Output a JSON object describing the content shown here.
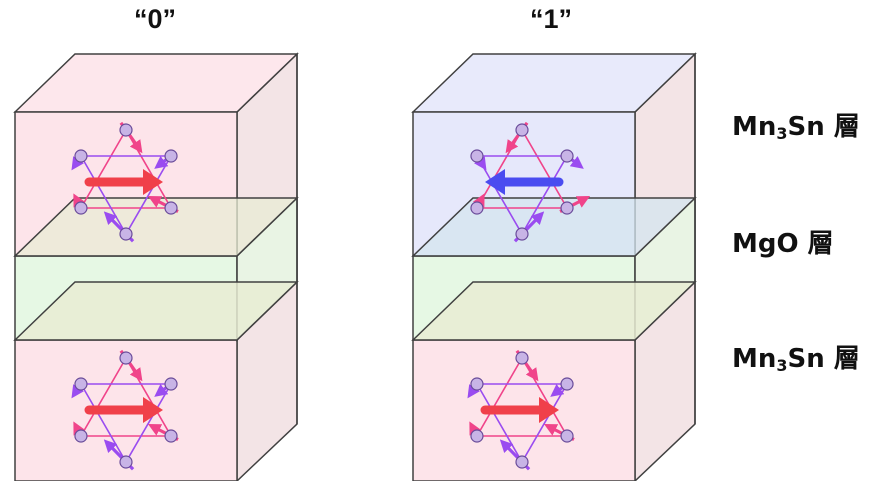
{
  "state_labels": {
    "left": "“0”",
    "right": "“1”"
  },
  "layer_labels": {
    "top": {
      "main": "Mn",
      "sub": "3",
      "rest": "Sn 層"
    },
    "middle": {
      "text": "MgO 層"
    },
    "bottom": {
      "main": "Mn",
      "sub": "3",
      "rest": "Sn 層"
    }
  },
  "colors": {
    "mn3sn_fill": "#fde4ea",
    "mn3sn_top_fill": "#f8e0e2",
    "mn3sn_blue_fill": "#e6e8fb",
    "mgo_fill": "#e6f8e4",
    "mgo_plane": "#e8ecd4",
    "mgo_plane_blue": "#d4e6ef",
    "edge": "#404040",
    "net_arrow_red": "#f0404a",
    "net_arrow_blue": "#4a4cf0",
    "spin_magenta": "#f0448a",
    "spin_violet": "#9a4cf0",
    "atom": "#c8b4e6"
  },
  "stacks": [
    {
      "state": "0",
      "top_layer": "mn3sn-red",
      "net_arrow_top": "right",
      "net_arrow_bottom": "right"
    },
    {
      "state": "1",
      "top_layer": "mn3sn-blue",
      "net_arrow_top": "left",
      "net_arrow_bottom": "right"
    }
  ]
}
